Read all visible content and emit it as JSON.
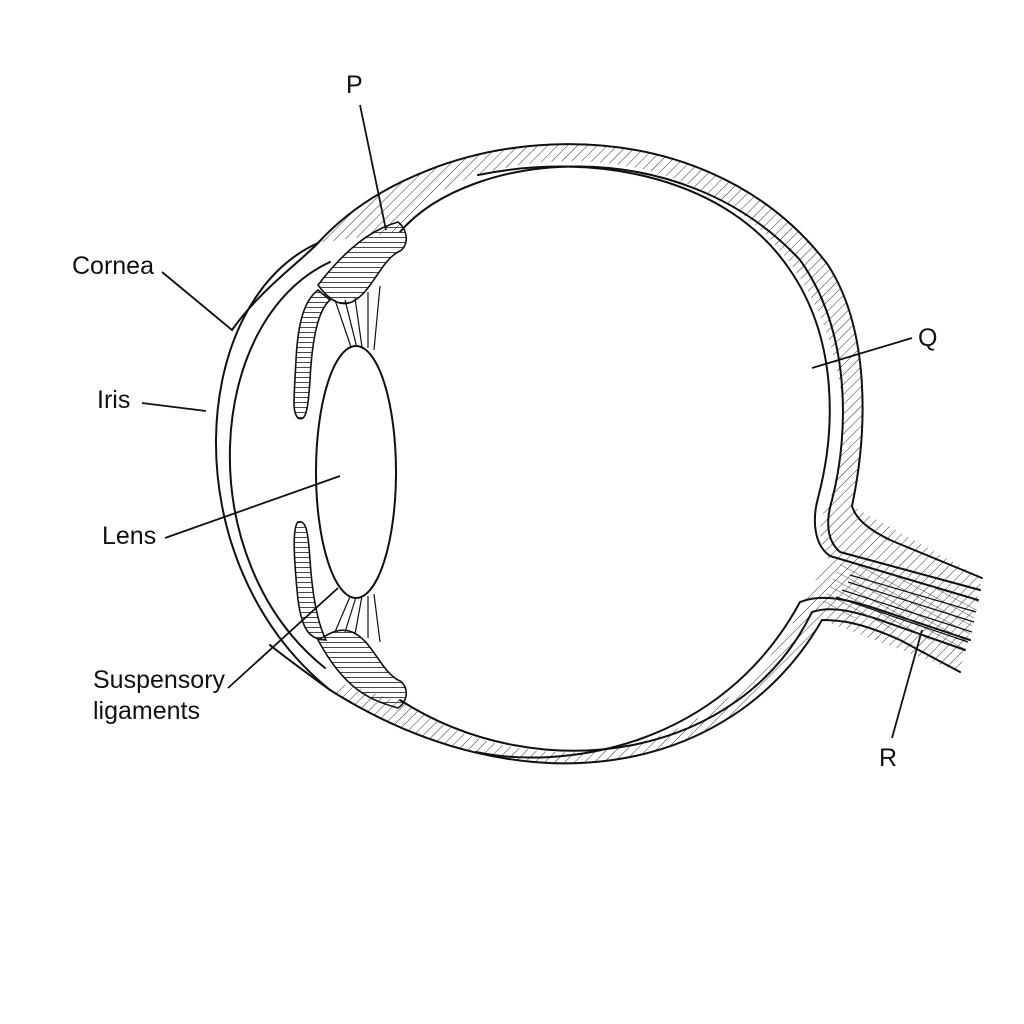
{
  "labels": {
    "p": "P",
    "cornea": "Cornea",
    "iris": "Iris",
    "lens": "Lens",
    "suspensory_line1": "Suspensory",
    "suspensory_line2": "ligaments",
    "q": "Q",
    "r": "R"
  },
  "colors": {
    "stroke": "#111111",
    "background": "#ffffff"
  }
}
